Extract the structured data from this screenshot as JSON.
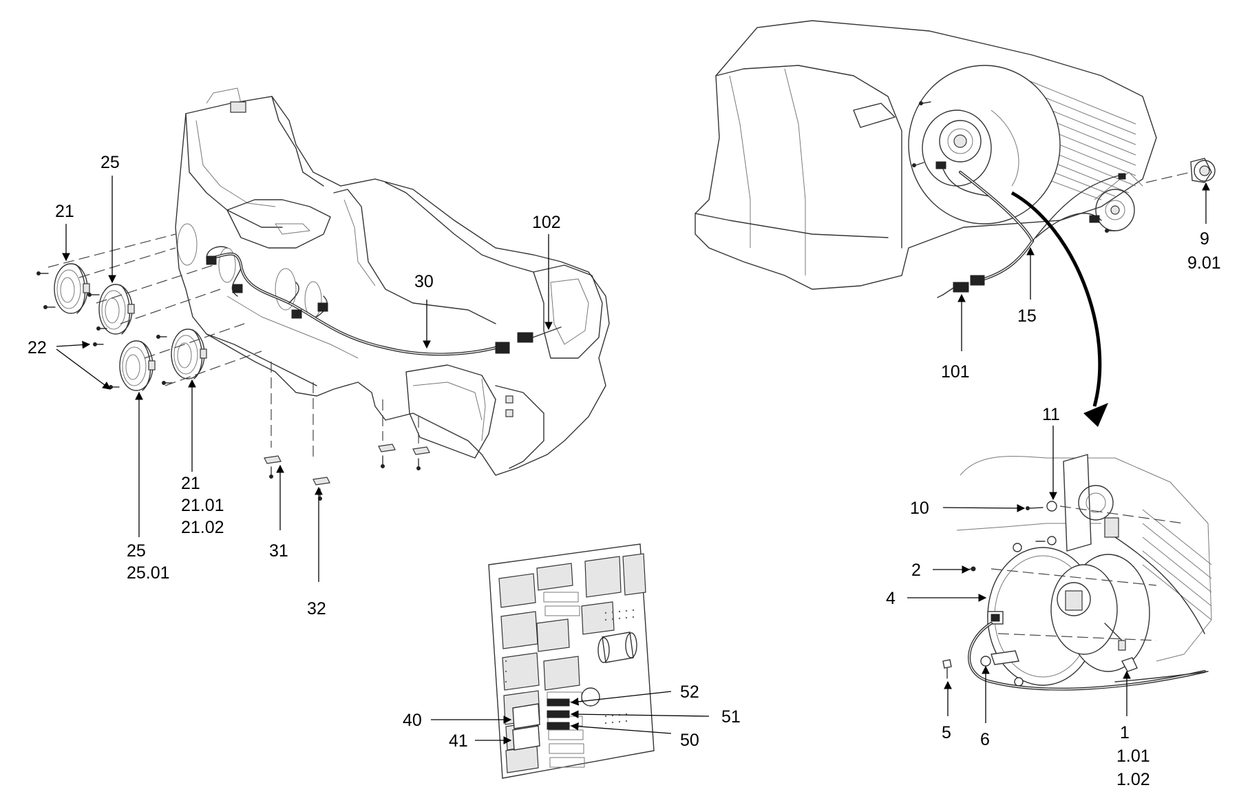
{
  "callouts": {
    "c21a": "21",
    "c25a": "25",
    "c22": "22",
    "c25b": "25",
    "c25b2": "25.01",
    "c21b": "21",
    "c21b2": "21.01",
    "c21b3": "21.02",
    "c31": "31",
    "c32": "32",
    "c30": "30",
    "c102": "102",
    "c9": "9",
    "c9b": "9.01",
    "c15": "15",
    "c101": "101",
    "c11": "11",
    "c10": "10",
    "c2": "2",
    "c4": "4",
    "c5": "5",
    "c6": "6",
    "c1": "1",
    "c1b": "1.01",
    "c1c": "1.02",
    "c52": "52",
    "c51": "51",
    "c50": "50",
    "c40": "40",
    "c41": "41"
  }
}
